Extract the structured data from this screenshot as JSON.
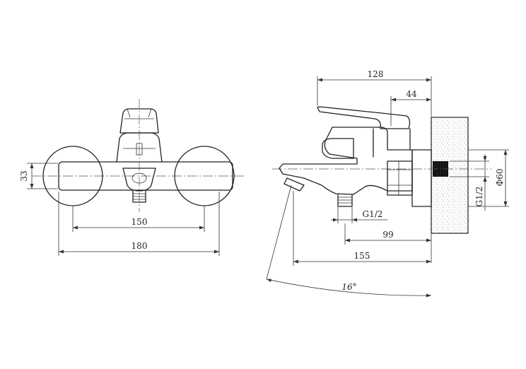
{
  "front_view": {
    "dim_height": "33",
    "dim_inlet_spacing": "150",
    "dim_overall_width": "180"
  },
  "side_view": {
    "dim_total_depth": "128",
    "dim_wall_to_handle": "44",
    "dim_outlet_thread": "G1/2",
    "dim_outlet_offset": "99",
    "dim_spout_reach": "155",
    "dim_swivel_angle": "16°",
    "dim_inlet_thread": "G1/2",
    "dim_flange_diameter": "Φ60"
  }
}
